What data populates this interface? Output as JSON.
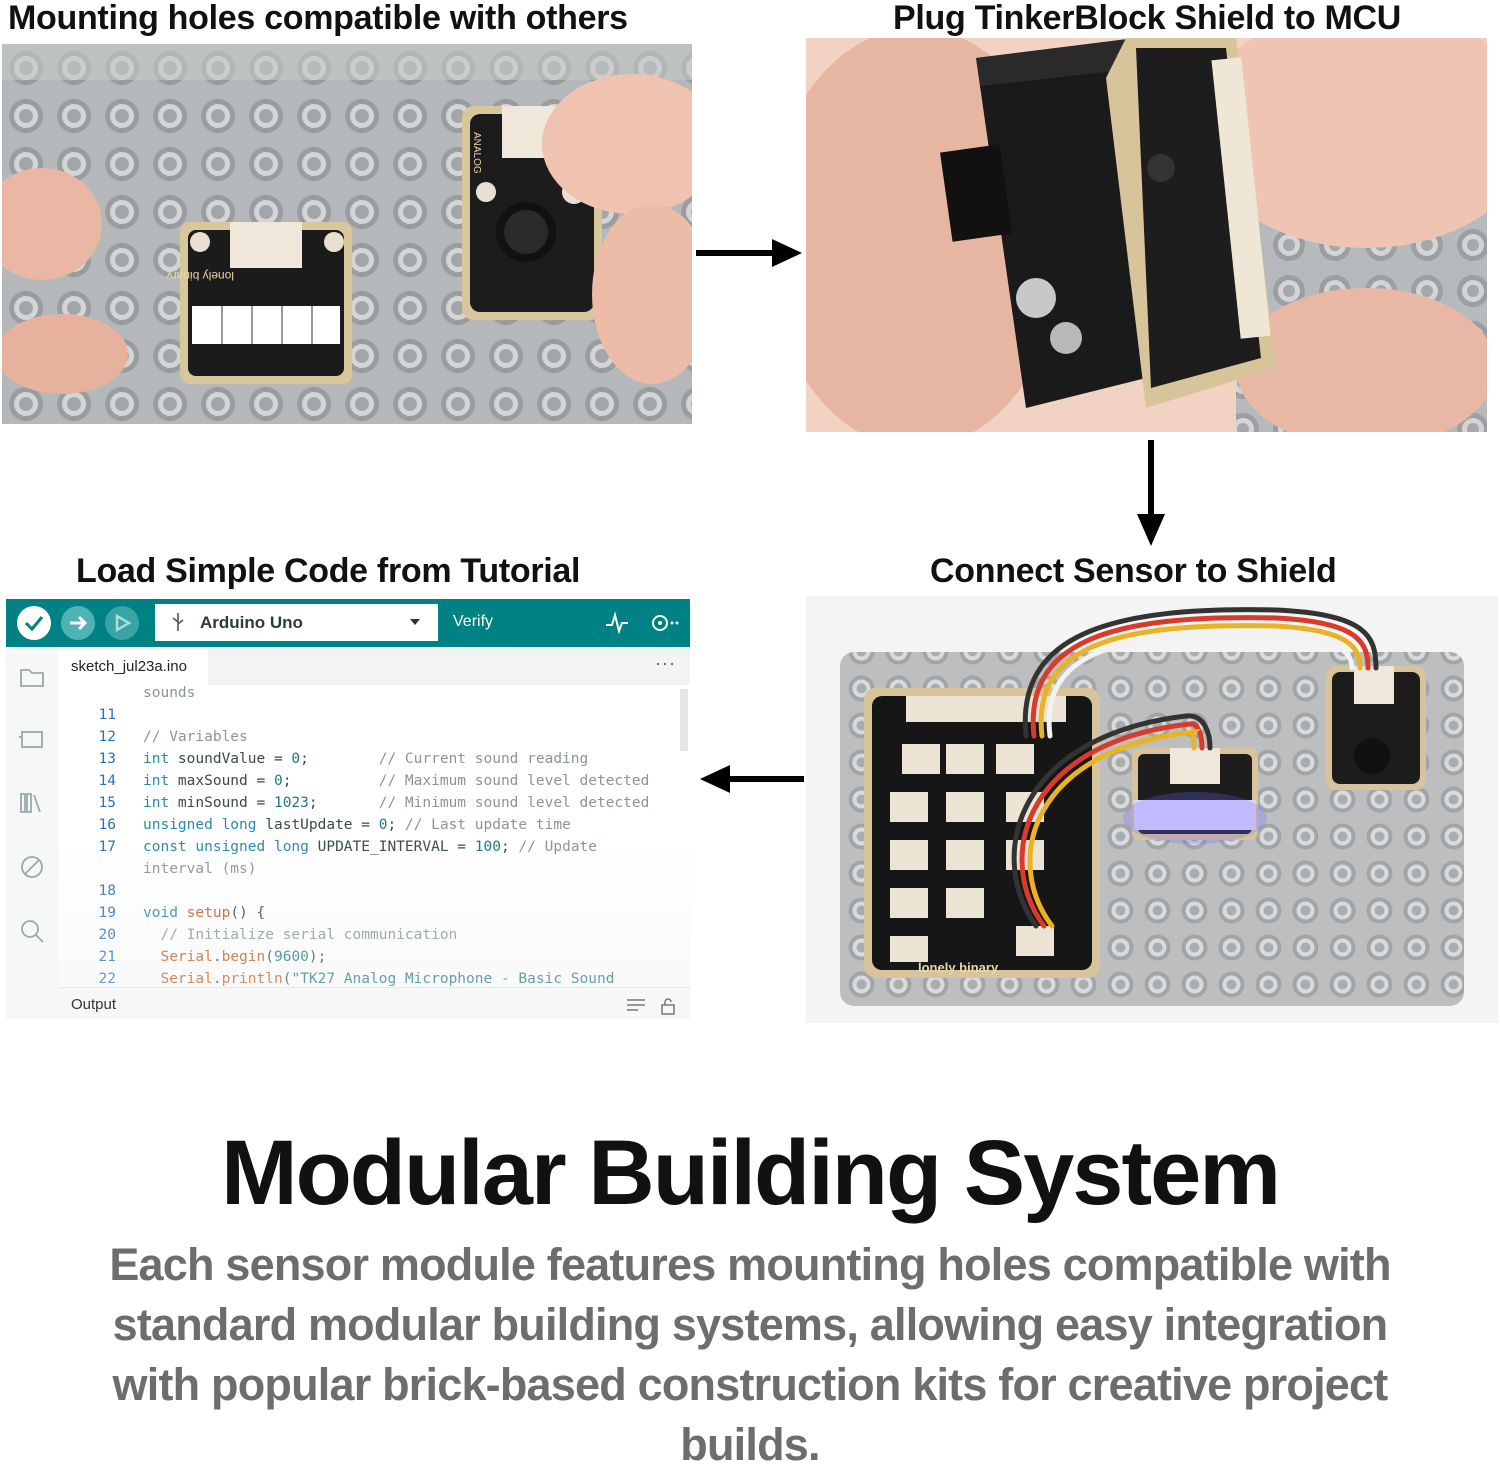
{
  "steps": {
    "step1": {
      "title": "Mounting holes compatible with others"
    },
    "step2": {
      "title": "Plug TinkerBlock Shield to MCU"
    },
    "step3": {
      "title": "Connect Sensor to Shield"
    },
    "step4": {
      "title": "Load Simple Code from Tutorial"
    }
  },
  "photos": {
    "module1_text": "lonely binary",
    "module2_text": "ANALOG",
    "shield_text": "lonely binary"
  },
  "ide": {
    "board": "Arduino Uno",
    "action_label": "Verify",
    "tab": "sketch_jul23a.ino",
    "tab_more": "···",
    "output_label": "Output",
    "lines": [
      {
        "n": "",
        "text": "sounds"
      },
      {
        "n": "11",
        "text": ""
      },
      {
        "n": "12",
        "text": "// Variables"
      },
      {
        "n": "13",
        "text": "int soundValue = 0;        // Current sound reading"
      },
      {
        "n": "14",
        "text": "int maxSound = 0;          // Maximum sound level detected"
      },
      {
        "n": "15",
        "text": "int minSound = 1023;       // Minimum sound level detected"
      },
      {
        "n": "16",
        "text": "unsigned long lastUpdate = 0; // Last update time"
      },
      {
        "n": "17",
        "text": "const unsigned long UPDATE_INTERVAL = 100; // Update"
      },
      {
        "n": "",
        "text": "interval (ms)"
      },
      {
        "n": "18",
        "text": ""
      },
      {
        "n": "19",
        "text": "void setup() {"
      },
      {
        "n": "20",
        "text": "  // Initialize serial communication"
      },
      {
        "n": "21",
        "text": "  Serial.begin(9600);"
      },
      {
        "n": "22",
        "text": "  Serial.println(\"TK27 Analog Microphone - Basic Sound"
      }
    ]
  },
  "headline": "Modular Building System",
  "description": "Each sensor module features mounting holes compatible with standard modular building systems, allowing easy integration with popular brick-based construction kits for creative project builds.",
  "colors": {
    "ide_teal": "#008184",
    "headline": "#111111",
    "description": "#6d6d6d",
    "brick_gray": "#b9bbbc"
  },
  "icons": {
    "verify": "check-icon",
    "upload": "arrow-right-icon",
    "debug": "debug-icon",
    "usb": "usb-icon",
    "plotter": "pulse-icon",
    "monitor": "serial-monitor-icon",
    "sidebar": [
      "folder-icon",
      "board-icon",
      "library-icon",
      "debug-off-icon",
      "search-icon"
    ]
  }
}
